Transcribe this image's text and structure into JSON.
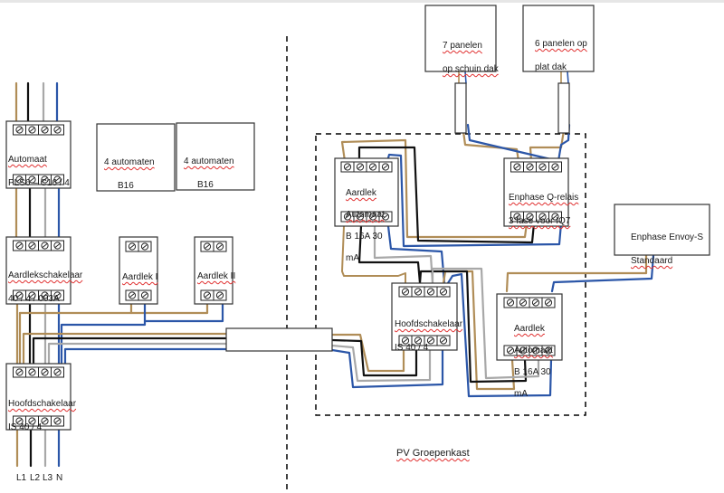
{
  "wire_colors": {
    "L1": "#b08d57",
    "L2": "#111111",
    "L3": "#a8a8a8",
    "N": "#2b56a8"
  },
  "phase_labels": [
    "L1",
    "L2",
    "L3",
    "N"
  ],
  "left_cabinet": {
    "automaat": {
      "line1": "Automaat",
      "line2": "PLS6 – C16 / 4"
    },
    "automaten_group_1": {
      "line1": "4 automaten",
      "line2": "B16"
    },
    "automaten_group_2": {
      "line1": "4 automaten",
      "line2": "B16"
    },
    "aardlekschakelaar": {
      "line1": "Aardlekschakelaar",
      "line2": "40 / 4 / 003A"
    },
    "aardlek_1": {
      "label": "Aardlek I"
    },
    "aardlek_2": {
      "label": "Aardlek II"
    },
    "hoofdschakelaar": {
      "line1": "Hoofdschakelaar",
      "line2": "IS 40 / 4"
    }
  },
  "pv_cabinet": {
    "title": "PV Groepenkast",
    "aardlek_automaat_1": {
      "line1": "Aardlek",
      "line2": "Automaat",
      "line3": "B 16A 30",
      "line4": "mA"
    },
    "q_relais": {
      "line1": "Enphase Q-relais",
      "line2": "3 fase voor IQ7"
    },
    "hoofdschakelaar": {
      "line1": "Hoofdschakelaar",
      "line2": "IS 40 / 4"
    },
    "aardlek_automaat_2": {
      "line1": "Aardlek",
      "line2": "Automaat",
      "line3": "B 16A 30",
      "line4": "mA"
    }
  },
  "panels": {
    "schuin_dak": {
      "line1": "7 panelen",
      "line2": "op schuin dak"
    },
    "plat_dak": {
      "line1": "6 panelen op",
      "line2": "plat dak"
    }
  },
  "envoy": {
    "line1": "Enphase Envoy-S",
    "line2": "Standaard"
  },
  "terminal_icon": "screw-terminal-icon"
}
